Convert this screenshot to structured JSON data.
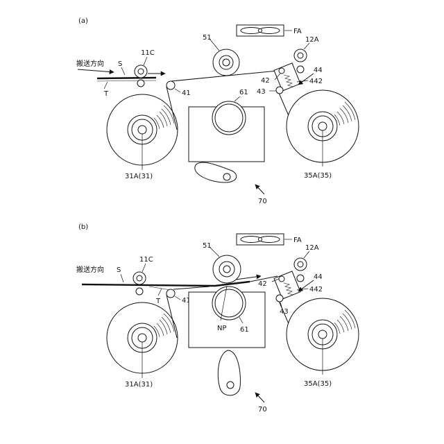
{
  "figure_a": {
    "label": "(a)",
    "conveying_direction": "搬送方向",
    "S": "S",
    "T": "T",
    "r11C": "11C",
    "r12A": "12A",
    "rFA": "FA",
    "r51": "51",
    "r61": "61",
    "r41": "41",
    "r42": "42",
    "r43": "43",
    "r44": "44",
    "r442": "442",
    "supply_roll": "31A(31)",
    "takeup_roll": "35A(35)",
    "r70": "70"
  },
  "figure_b": {
    "label": "(b)",
    "conveying_direction": "搬送方向",
    "S": "S",
    "T": "T",
    "r11C": "11C",
    "r12A": "12A",
    "rFA": "FA",
    "r51": "51",
    "r61": "61",
    "r41": "41",
    "r42": "42",
    "r43": "43",
    "r44": "44",
    "r442": "442",
    "NP": "NP",
    "supply_roll": "31A(31)",
    "takeup_roll": "35A(35)",
    "r70": "70"
  }
}
